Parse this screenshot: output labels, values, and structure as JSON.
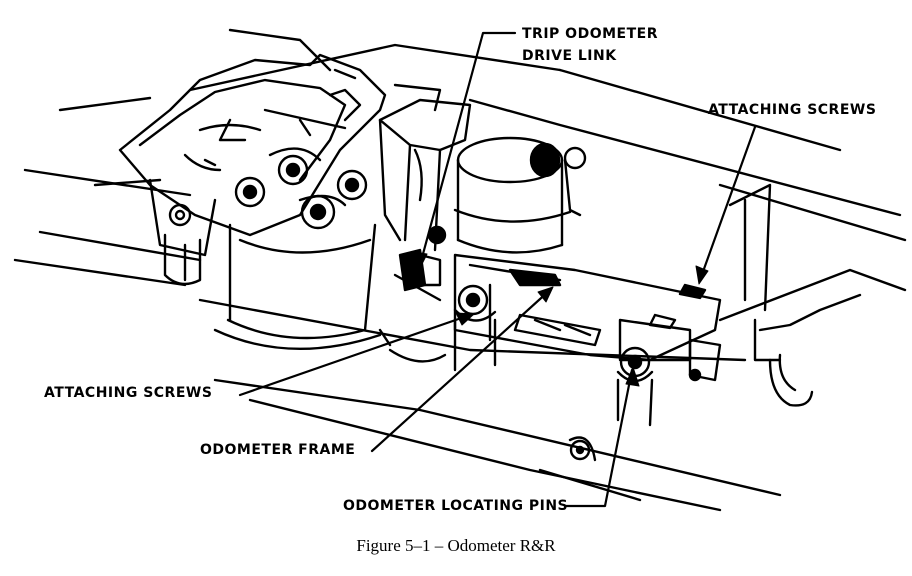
{
  "labels": {
    "trip_line1": "TRIP ODOMETER",
    "trip_line2": "DRIVE LINK",
    "attaching_screws_right": "ATTACHING SCREWS",
    "attaching_screws_left": "ATTACHING SCREWS",
    "odometer_frame": "ODOMETER FRAME",
    "locating_pins": "ODOMETER LOCATING PINS"
  },
  "caption": "Figure 5–1 – Odometer R&R"
}
